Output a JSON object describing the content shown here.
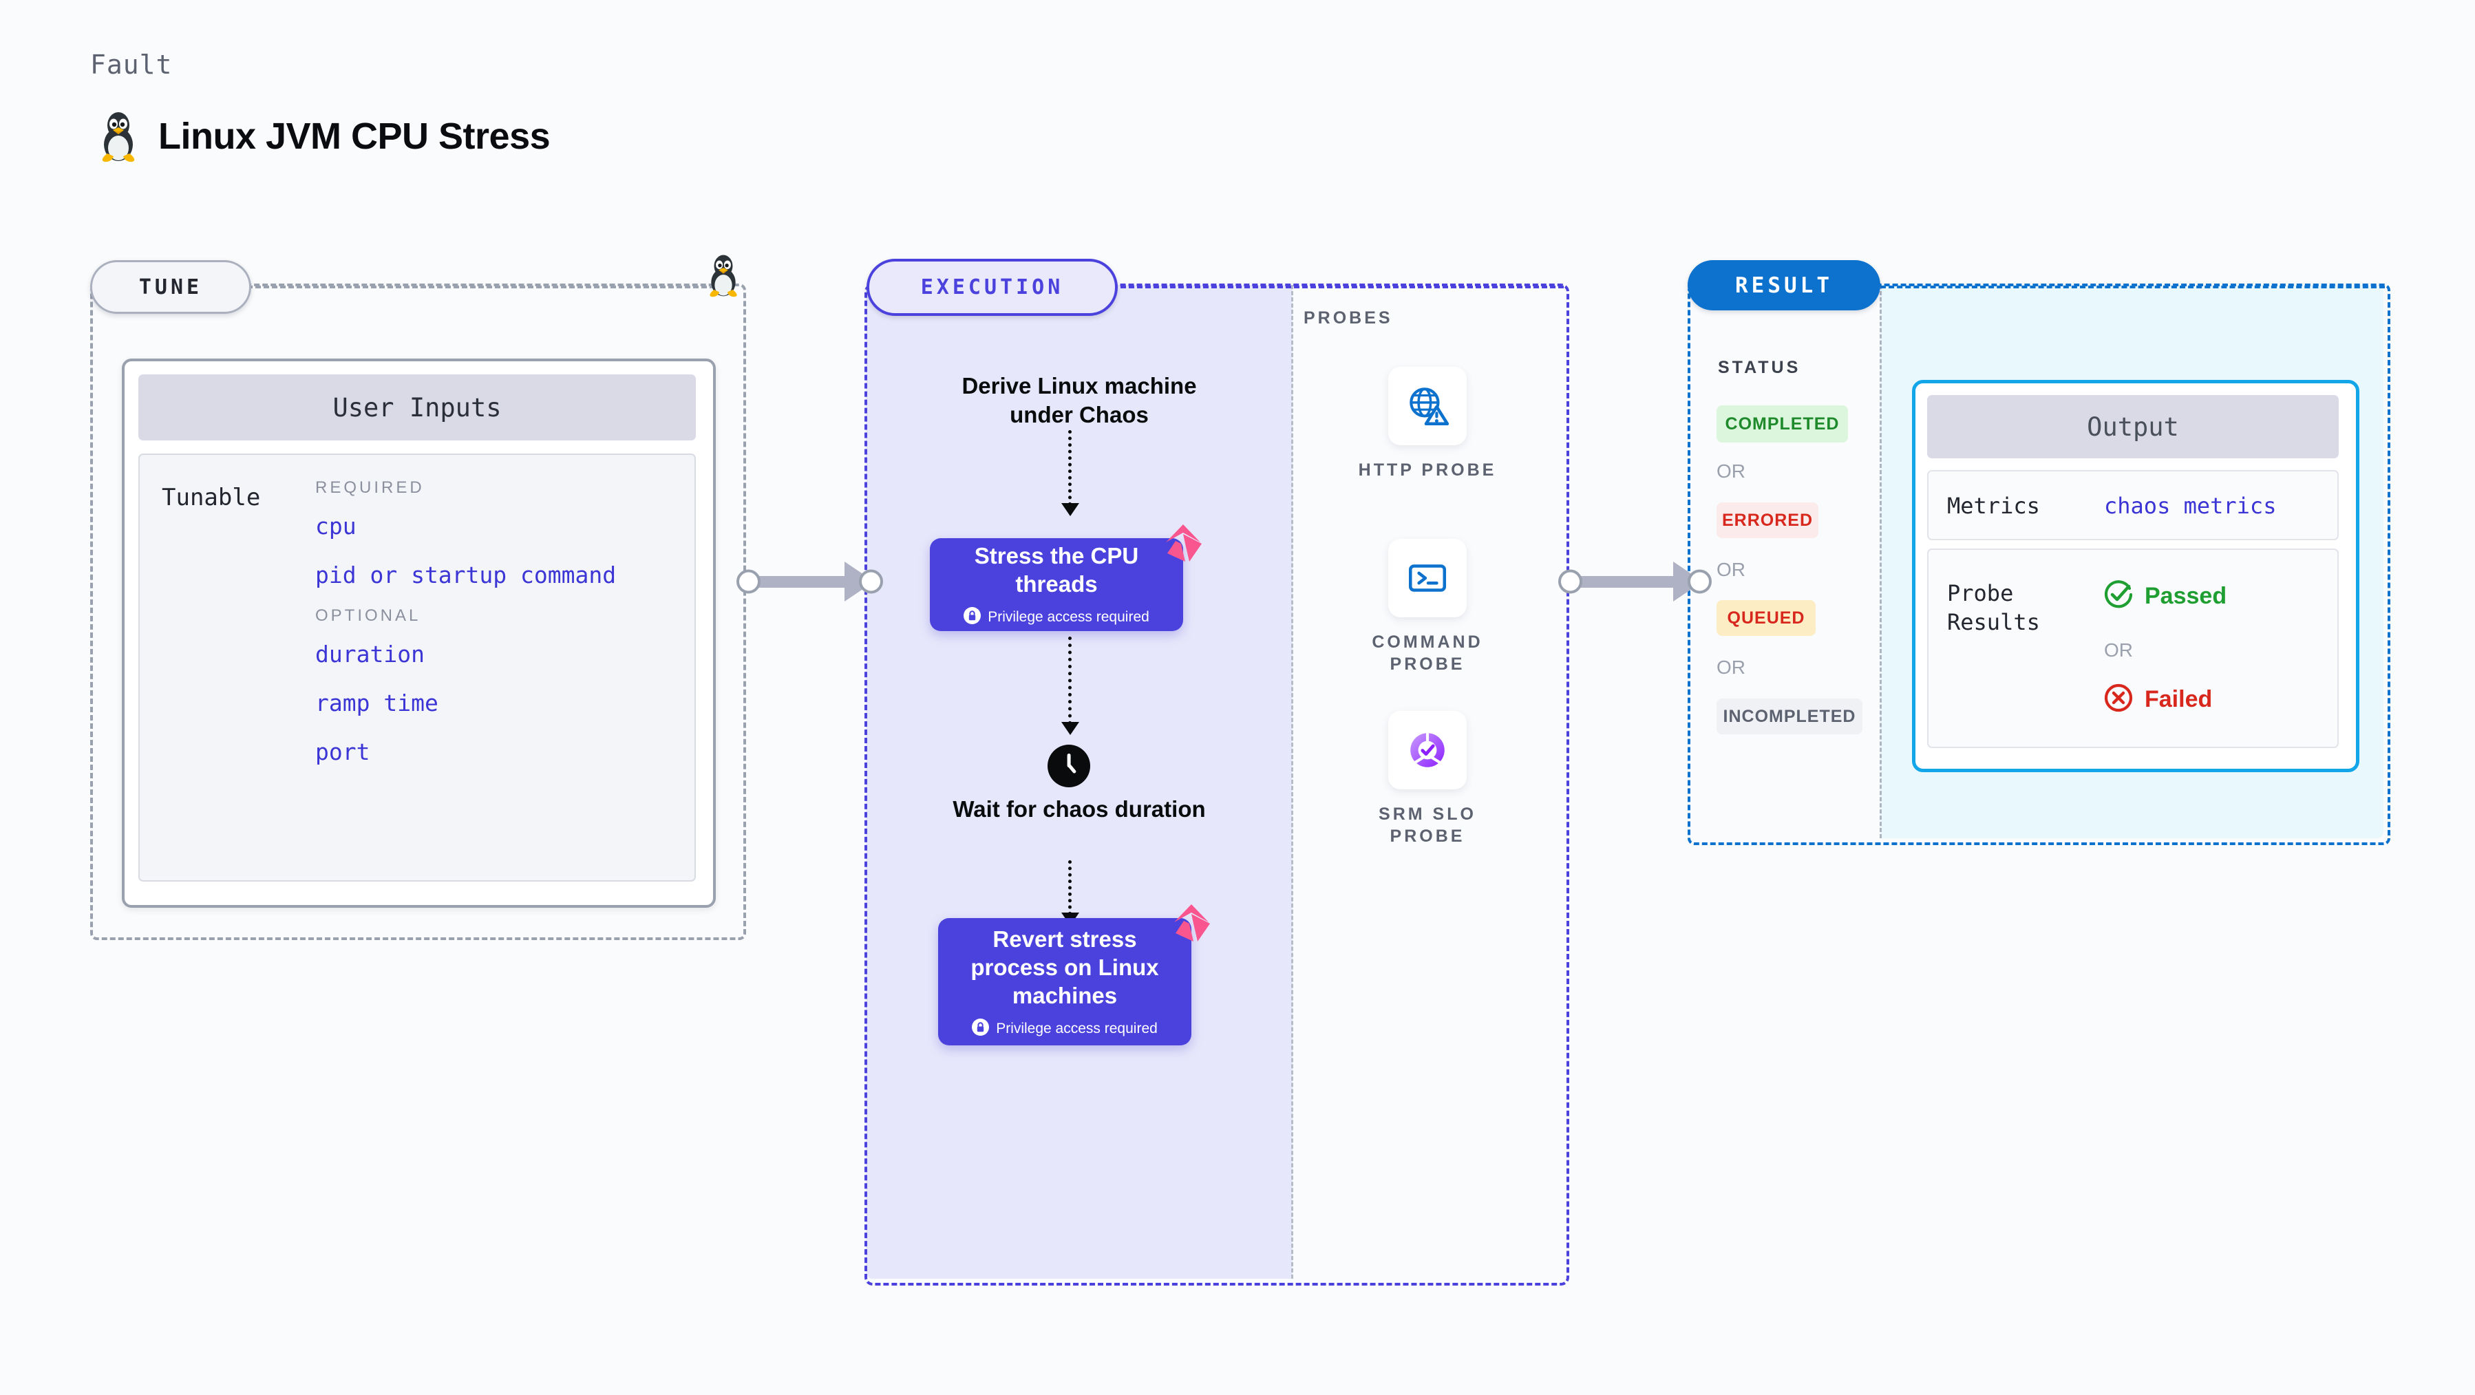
{
  "header": {
    "eyebrow": "Fault",
    "title": "Linux JVM CPU Stress",
    "icon": "linux-penguin-icon"
  },
  "sections": {
    "tune": {
      "label": "TUNE"
    },
    "execution": {
      "label": "EXECUTION"
    },
    "probes": {
      "label": "PROBES"
    },
    "result": {
      "label": "RESULT"
    }
  },
  "user_inputs": {
    "card_title": "User Inputs",
    "row_label": "Tunable",
    "groups": [
      {
        "label": "REQUIRED",
        "items": [
          "cpu",
          "pid or startup command"
        ]
      },
      {
        "label": "OPTIONAL",
        "items": [
          "duration",
          "ramp time",
          "port"
        ]
      }
    ]
  },
  "execution": {
    "steps": [
      {
        "type": "text",
        "title": "Derive Linux machine under Chaos"
      },
      {
        "type": "node",
        "title": "Stress the CPU threads",
        "privilege_note": "Privilege access required",
        "badge": "chaos-mark-icon"
      },
      {
        "type": "text",
        "title": "Wait for chaos duration",
        "icon": "clock-icon"
      },
      {
        "type": "node",
        "title": "Revert stress process on Linux machines",
        "privilege_note": "Privilege access required",
        "badge": "chaos-mark-icon"
      }
    ]
  },
  "probes": {
    "label": "PROBES",
    "items": [
      {
        "icon": "globe-warning-icon",
        "label": "HTTP PROBE"
      },
      {
        "icon": "terminal-prompt-icon",
        "label": "COMMAND PROBE"
      },
      {
        "icon": "slo-donut-check-icon",
        "label": "SRM SLO PROBE"
      }
    ]
  },
  "result": {
    "status_label": "STATUS",
    "or_text": "OR",
    "statuses": [
      {
        "label": "COMPLETED",
        "bg": "#dcf6dd",
        "fg": "#1f8a2c"
      },
      {
        "label": "ERRORED",
        "bg": "#fcebeb",
        "fg": "#d8271c"
      },
      {
        "label": "QUEUED",
        "bg": "#fcedc4",
        "fg": "#d8271c"
      },
      {
        "label": "INCOMPLETED",
        "bg": "#eff1f5",
        "fg": "#5c6270"
      }
    ]
  },
  "output": {
    "card_title": "Output",
    "metrics_key": "Metrics",
    "metrics_value": "chaos metrics",
    "probe_results_key": "Probe Results",
    "passed_label": "Passed",
    "failed_label": "Failed",
    "or_text": "OR"
  },
  "colors": {
    "accent_purple": "#4b42de",
    "accent_blue": "#0d72ce",
    "output_border": "#12a5e8",
    "chaos_pink": "#f9558f",
    "tune_gray": "#9aa1ae",
    "code_blue": "#3c35d6"
  }
}
